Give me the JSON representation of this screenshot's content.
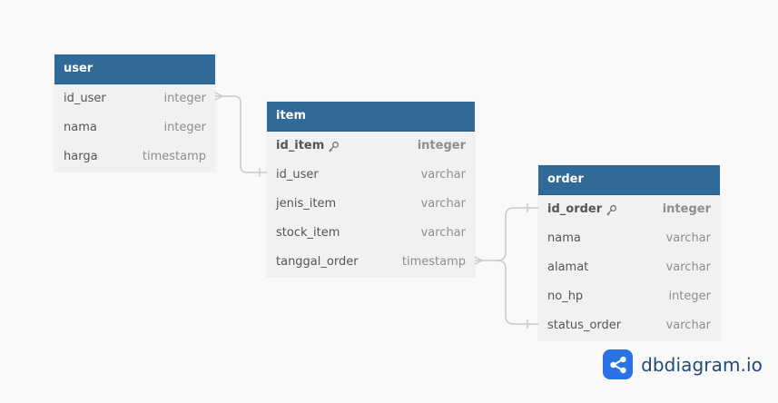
{
  "colors": {
    "header": "#326a97",
    "body": "#f1f1f1",
    "line": "#c9c9c9",
    "brand_blue": "#2a72e5"
  },
  "tables": [
    {
      "name": "user",
      "columns": [
        {
          "name": "id_user",
          "type": "integer",
          "pk": false
        },
        {
          "name": "nama",
          "type": "integer",
          "pk": false
        },
        {
          "name": "harga",
          "type": "timestamp",
          "pk": false
        }
      ]
    },
    {
      "name": "item",
      "columns": [
        {
          "name": "id_item",
          "type": "integer",
          "pk": true
        },
        {
          "name": "id_user",
          "type": "varchar",
          "pk": false
        },
        {
          "name": "jenis_item",
          "type": "varchar",
          "pk": false
        },
        {
          "name": "stock_item",
          "type": "varchar",
          "pk": false
        },
        {
          "name": "tanggal_order",
          "type": "timestamp",
          "pk": false
        }
      ]
    },
    {
      "name": "order",
      "columns": [
        {
          "name": "id_order",
          "type": "integer",
          "pk": true
        },
        {
          "name": "nama",
          "type": "varchar",
          "pk": false
        },
        {
          "name": "alamat",
          "type": "varchar",
          "pk": false
        },
        {
          "name": "no_hp",
          "type": "integer",
          "pk": false
        },
        {
          "name": "status_order",
          "type": "varchar",
          "pk": false
        }
      ]
    }
  ],
  "relationships": [
    {
      "from": "user.id_user",
      "to": "item.id_user",
      "from_cardinality": "many",
      "to_cardinality": "one"
    },
    {
      "from": "item.tanggal_order",
      "to": "order.id_order",
      "from_cardinality": "many",
      "to_cardinality": "one"
    },
    {
      "from": "item.tanggal_order",
      "to": "order.status_order",
      "from_cardinality": "many",
      "to_cardinality": "one"
    }
  ],
  "branding": {
    "text": "dbdiagram.io",
    "icon": "share-nodes-icon"
  }
}
